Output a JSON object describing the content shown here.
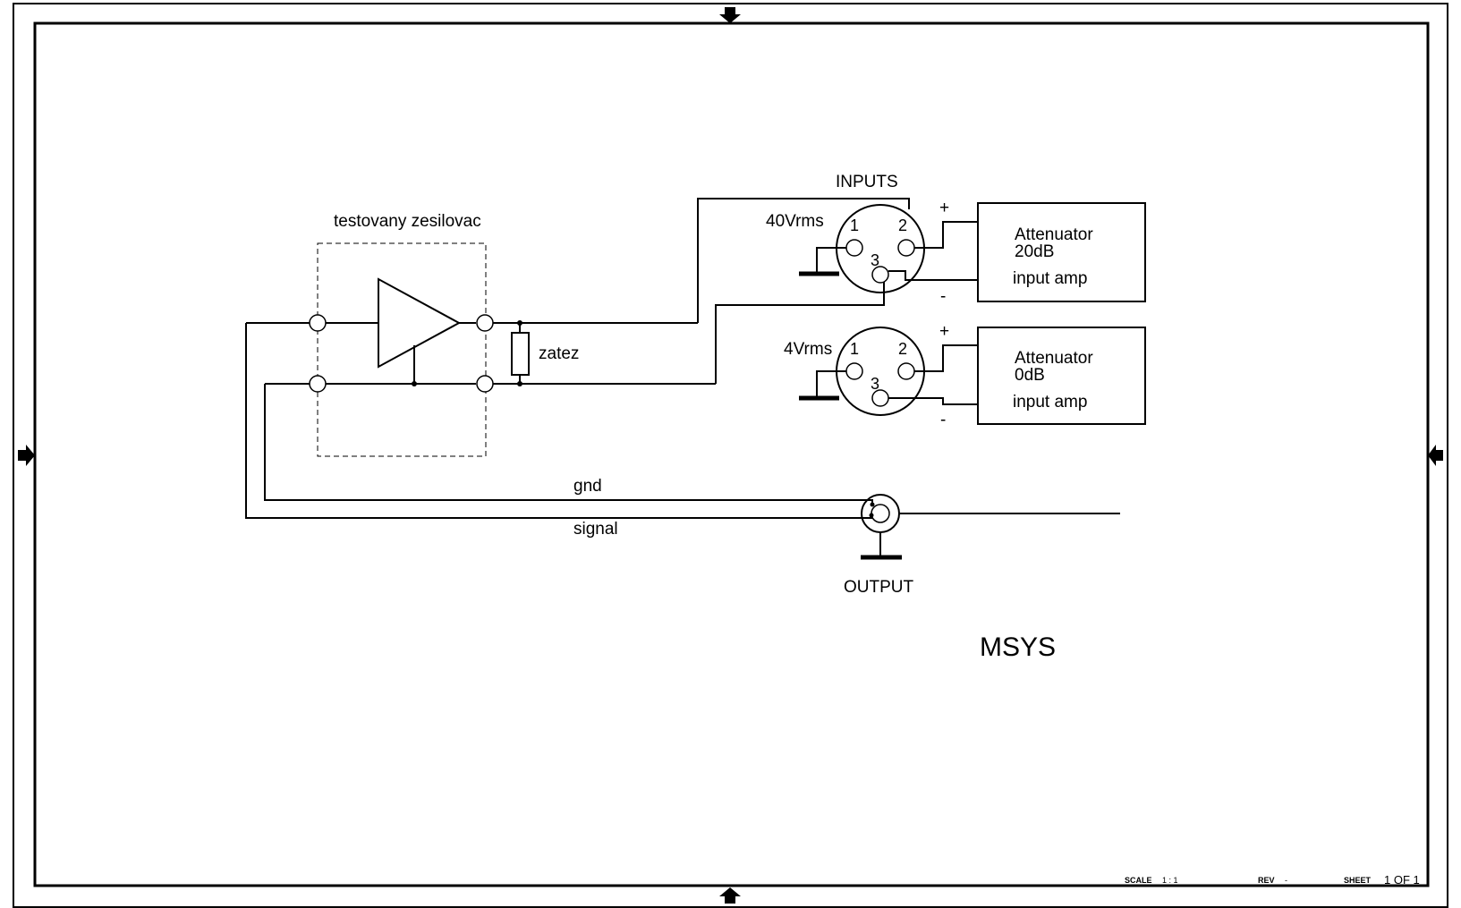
{
  "labels": {
    "dut": "testovany zesilovac",
    "load": "zatez",
    "inputs": "INPUTS",
    "input_40": "40Vrms",
    "input_4": "4Vrms",
    "gnd": "gnd",
    "signal": "signal",
    "output": "OUTPUT",
    "logo": "MSYS"
  },
  "connector_pins": {
    "pin1": "1",
    "pin2": "2",
    "pin3": "3"
  },
  "polarity": {
    "plus": "+",
    "minus": "-"
  },
  "attenuators": [
    {
      "title": "Attenuator",
      "value": "20dB",
      "sub": "input amp"
    },
    {
      "title": "Attenuator",
      "value": "0dB",
      "sub": "input amp"
    }
  ],
  "title_block": {
    "scale_label": "SCALE",
    "scale_value": "1 : 1",
    "rev_label": "REV",
    "rev_value": "-",
    "sheet_label": "SHEET",
    "sheet_value": "1 OF 1"
  }
}
